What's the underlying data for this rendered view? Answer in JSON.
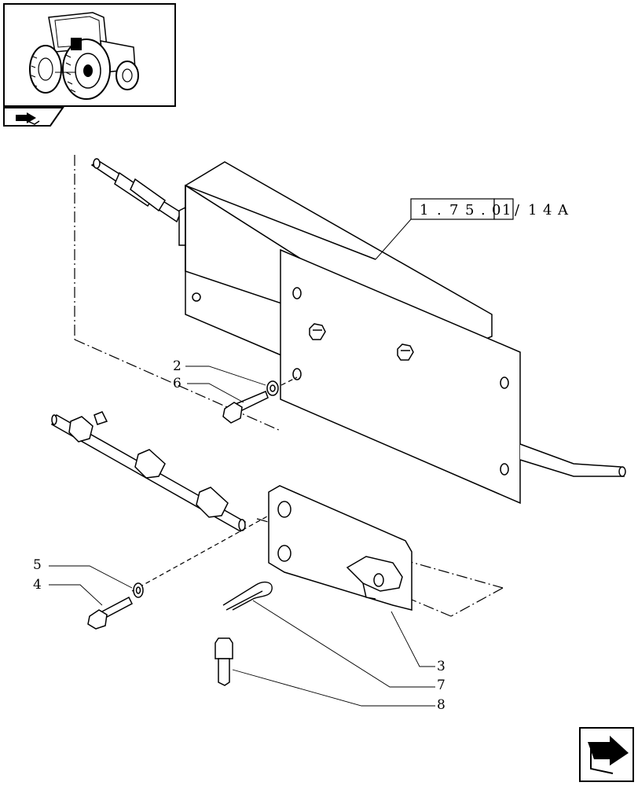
{
  "reference": {
    "digits": [
      "1",
      ".",
      "7",
      "5",
      ".",
      "0",
      "1"
    ],
    "slash": "/",
    "suffix": [
      "1",
      "4",
      "A"
    ]
  },
  "callouts": {
    "c2": "2",
    "c6": "6",
    "c5": "5",
    "c4": "4",
    "c3": "3",
    "c7": "7",
    "c8": "8"
  },
  "icons": {
    "thumbnail": "tractor-thumbnail-icon",
    "section": "section-arrow-icon",
    "next": "next-page-arrow-icon"
  }
}
